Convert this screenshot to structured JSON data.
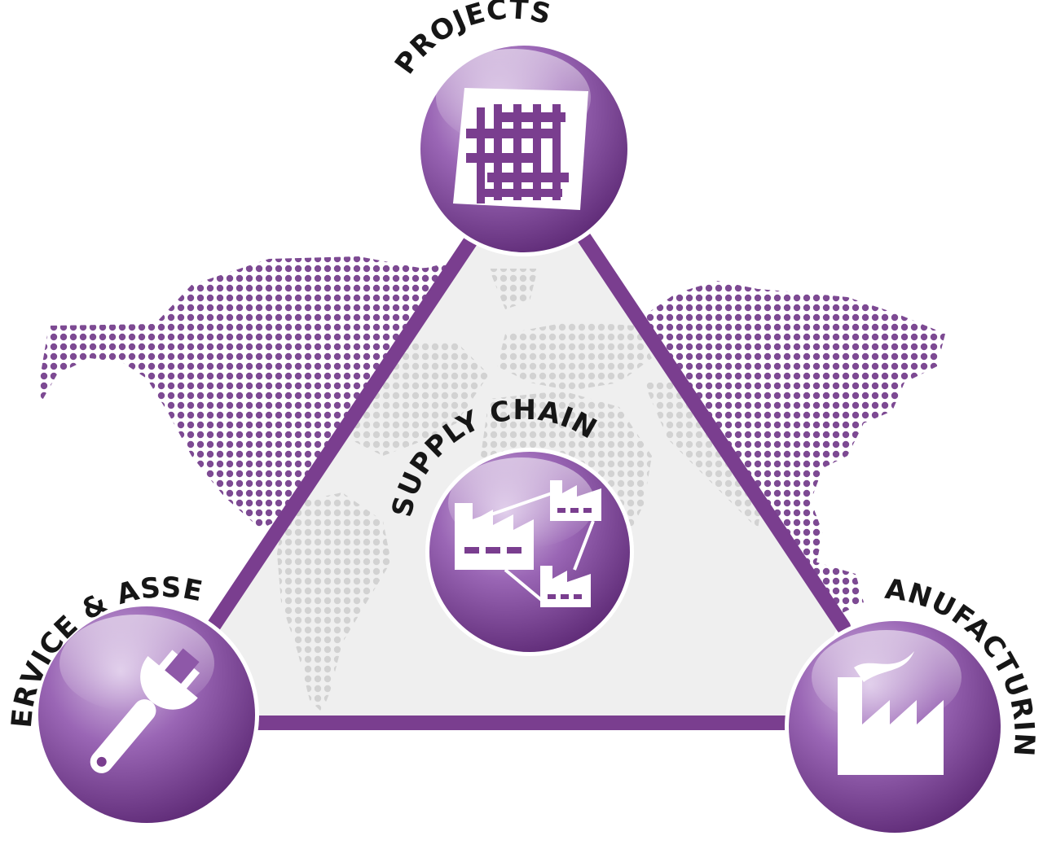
{
  "diagram": {
    "nodes": [
      {
        "id": "projects",
        "label": "PROJECTS",
        "icon": "gantt-chart-icon"
      },
      {
        "id": "supply_chain",
        "label": "SUPPLY CHAIN",
        "icon": "connected-factories-icon"
      },
      {
        "id": "service_asset",
        "label": "SERVICE & ASSET",
        "icon": "wrench-icon"
      },
      {
        "id": "manufacturing",
        "label": "MANUFACTURING",
        "icon": "factory-icon"
      }
    ],
    "edges": [
      {
        "from": "projects",
        "to": "service_asset"
      },
      {
        "from": "projects",
        "to": "manufacturing"
      },
      {
        "from": "service_asset",
        "to": "manufacturing"
      }
    ],
    "background": "world-map-dot-pattern",
    "colors": {
      "primary": "#7a3e8f",
      "light": "#b48ac7",
      "map_dots": "#7d4a93",
      "triangle_fill": "#efefef",
      "map_dots_inside": "#d2d2d2"
    }
  }
}
